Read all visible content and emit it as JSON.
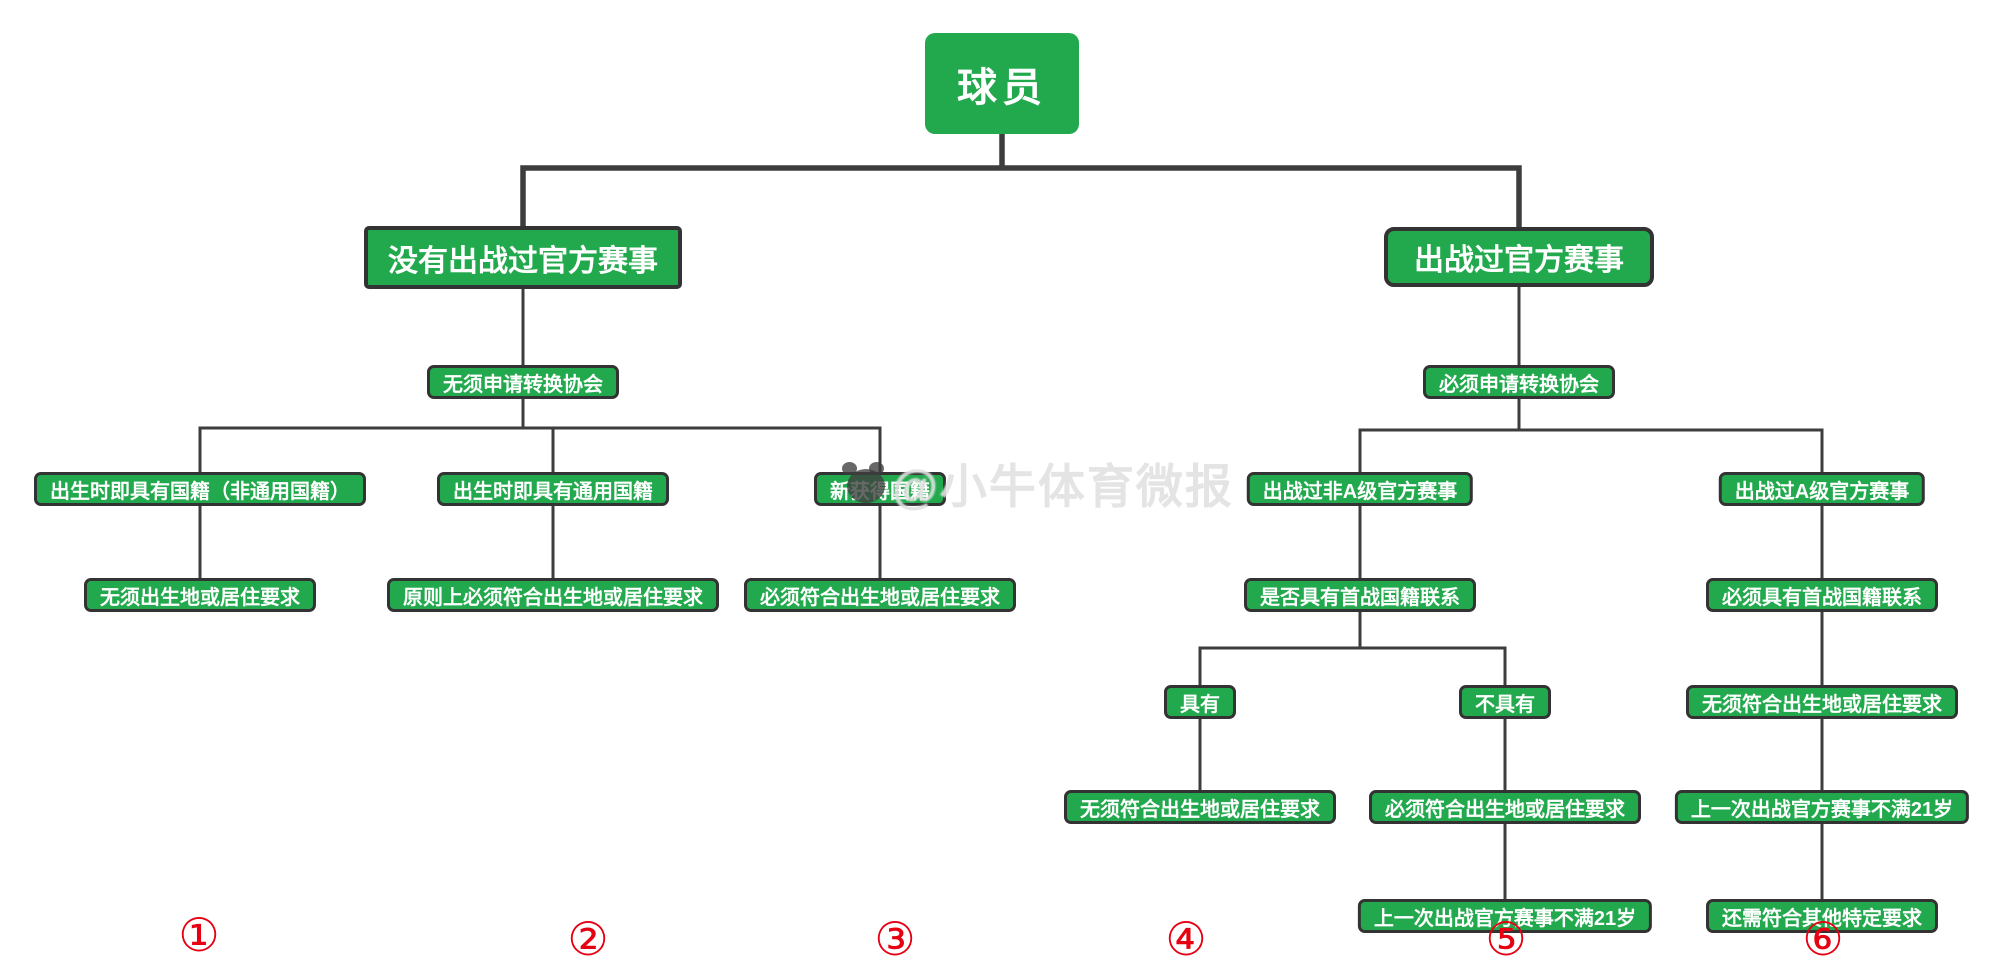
{
  "colors": {
    "node_green": "#22a94d",
    "node_border": "#333333",
    "connector_line": "#3d3d3d",
    "node_text": "#ffffff",
    "number_red": "#e60012"
  },
  "watermark": {
    "text": "@小牛体育微报",
    "logo": "panda-logo"
  },
  "nodes": {
    "player": {
      "label": "球员"
    },
    "no_official_matches": {
      "label": "没有出战过官方赛事"
    },
    "official_matches": {
      "label": "出战过官方赛事"
    },
    "no_need_apply_switch": {
      "label": "无须申请转换协会"
    },
    "must_apply_switch": {
      "label": "必须申请转换协会"
    },
    "birth_non_universal": {
      "label": "出生时即具有国籍（非通用国籍）"
    },
    "birth_universal": {
      "label": "出生时即具有通用国籍"
    },
    "new_nationality": {
      "label": "新获得国籍"
    },
    "non_a_level": {
      "label": "出战过非A级官方赛事"
    },
    "a_level": {
      "label": "出战过A级官方赛事"
    },
    "no_birth_residence_req": {
      "label": "无须出生地或居住要求"
    },
    "principle_must_meet": {
      "label": "原则上必须符合出生地或居住要求"
    },
    "must_meet_birth_residence": {
      "label": "必须符合出生地或居住要求"
    },
    "has_first_cap_link_q": {
      "label": "是否具有首战国籍联系"
    },
    "must_have_first_cap_link": {
      "label": "必须具有首战国籍联系"
    },
    "has_link": {
      "label": "具有"
    },
    "no_link": {
      "label": "不具有"
    },
    "no_need_meet_right": {
      "label": "无须符合出生地或居住要求"
    },
    "no_need_meet": {
      "label": "无须符合出生地或居住要求"
    },
    "must_meet": {
      "label": "必须符合出生地或居住要求"
    },
    "last_match_under21_right": {
      "label": "上一次出战官方赛事不满21岁"
    },
    "last_match_under21": {
      "label": "上一次出战官方赛事不满21岁"
    },
    "other_specific_req": {
      "label": "还需符合其他特定要求"
    }
  },
  "numbers": [
    "①",
    "②",
    "③",
    "④",
    "⑤",
    "⑥"
  ]
}
